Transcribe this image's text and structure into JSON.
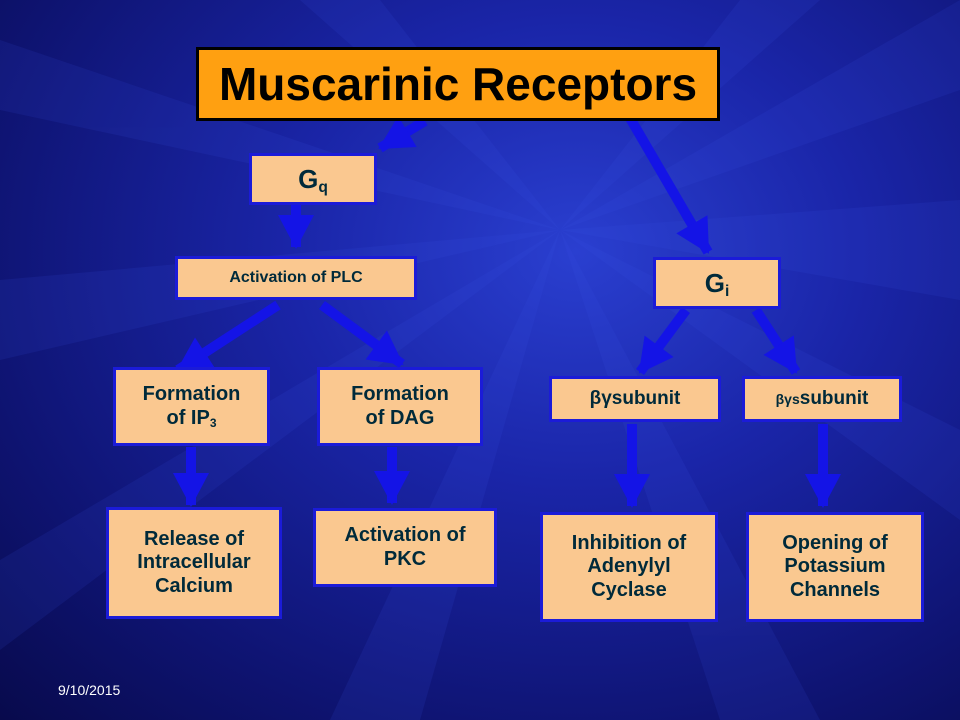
{
  "title": "Muscarinic Receptors",
  "gq": {
    "main": "G",
    "sub": "q"
  },
  "gi": {
    "main": "G",
    "sub": "i"
  },
  "activation_plc": "Activation of PLC",
  "formation_ip3": {
    "line1": "Formation",
    "line2": "of IP",
    "sub": "3"
  },
  "formation_dag": {
    "line1": "Formation",
    "line2": "of DAG"
  },
  "release_calcium": {
    "line1": "Release of",
    "line2": "Intracellular",
    "line3": "Calcium"
  },
  "activation_pkc": {
    "line1": "Activation of",
    "line2": "PKC"
  },
  "bg_subunit_left": {
    "prefix": "βγ",
    "rest": "subunit"
  },
  "bg_subunit_right": {
    "prefix": "βγs",
    "rest": "subunit"
  },
  "inhibition_ac": {
    "line1": "Inhibition of",
    "line2": "Adenylyl",
    "line3": "Cyclase"
  },
  "opening_k": {
    "line1": "Opening of",
    "line2": "Potassium",
    "line3": "Channels"
  },
  "date": "9/10/2015",
  "colors": {
    "box_fill": "#fac890",
    "box_border": "#1b1bd8",
    "title_fill": "#ffa011",
    "arrow": "#1414e6"
  }
}
